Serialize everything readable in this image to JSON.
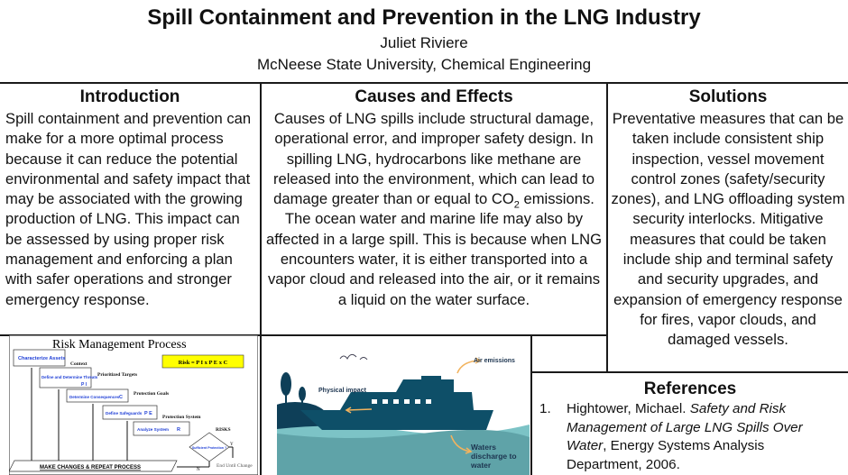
{
  "header": {
    "title": "Spill Containment and Prevention in the LNG Industry",
    "author": "Juliet Riviere",
    "affiliation": "McNeese State University, Chemical Engineering"
  },
  "introduction": {
    "heading": "Introduction",
    "text": "Spill containment and prevention can make for a more optimal process because it can reduce the potential environmental and safety impact that may be associated with the growing production of LNG. This impact can be assessed by using proper risk management and enforcing a plan with safer operations and stronger emergency response."
  },
  "causes": {
    "heading": "Causes and Effects",
    "text_before_sub": "Causes of LNG spills include structural damage, operational error, and improper safety design. In spilling LNG, hydrocarbons like methane are released into the environment, which can lead to damage greater than or equal to CO",
    "subscript": "2",
    "text_after_sub": " emissions. The ocean water and marine life may also by affected in a large spill. This is because when LNG encounters water, it is either transported into a vapor cloud and released into the air, or it remains a liquid on the water surface."
  },
  "solutions": {
    "heading": "Solutions",
    "text": "Preventative measures that can be taken include consistent ship inspection, vessel movement control zones (safety/security zones), and LNG offloading system security interlocks. Mitigative measures that could be taken include ship and terminal safety and security upgrades, and expansion of emergency response for fires, vapor clouds, and damaged vessels."
  },
  "references": {
    "heading": "References",
    "items": [
      {
        "number": "1.",
        "author": "Hightower, Michael. ",
        "title": "Safety and Risk Management of Large LNG Spills Over Water",
        "rest": ", Energy Systems Analysis Department, 2006."
      }
    ]
  },
  "risk_diagram": {
    "title": "Risk Management Process",
    "formula": "Risk = P I x P E x C",
    "steps": [
      "Characterize Assets",
      "Define and Determine Threats",
      "Determine Consequences",
      "Define Safeguards",
      "Analyze System"
    ],
    "step_symbols": [
      "",
      "P I",
      "C",
      "P E",
      "R"
    ],
    "outputs": [
      "Context",
      "Prioritized Targets",
      "Protection Goals",
      "Protection System",
      "RISKS"
    ],
    "decision": "Sufficient Protection ?",
    "yes": "Y",
    "no": "N",
    "end": "End Until Change",
    "repeat": "MAKE CHANGES & REPEAT PROCESS"
  },
  "ship_illustration": {
    "labels": [
      "Air emissions",
      "Physical impact",
      "Waters discharge to water"
    ]
  },
  "colors": {
    "ship": "#0e4f68",
    "water": "#5fa3a8",
    "wave": "#7cc3c6",
    "arrow": "#f2b35e",
    "formula_bg": "#ffff00",
    "step_text": "#1f3fd6"
  }
}
